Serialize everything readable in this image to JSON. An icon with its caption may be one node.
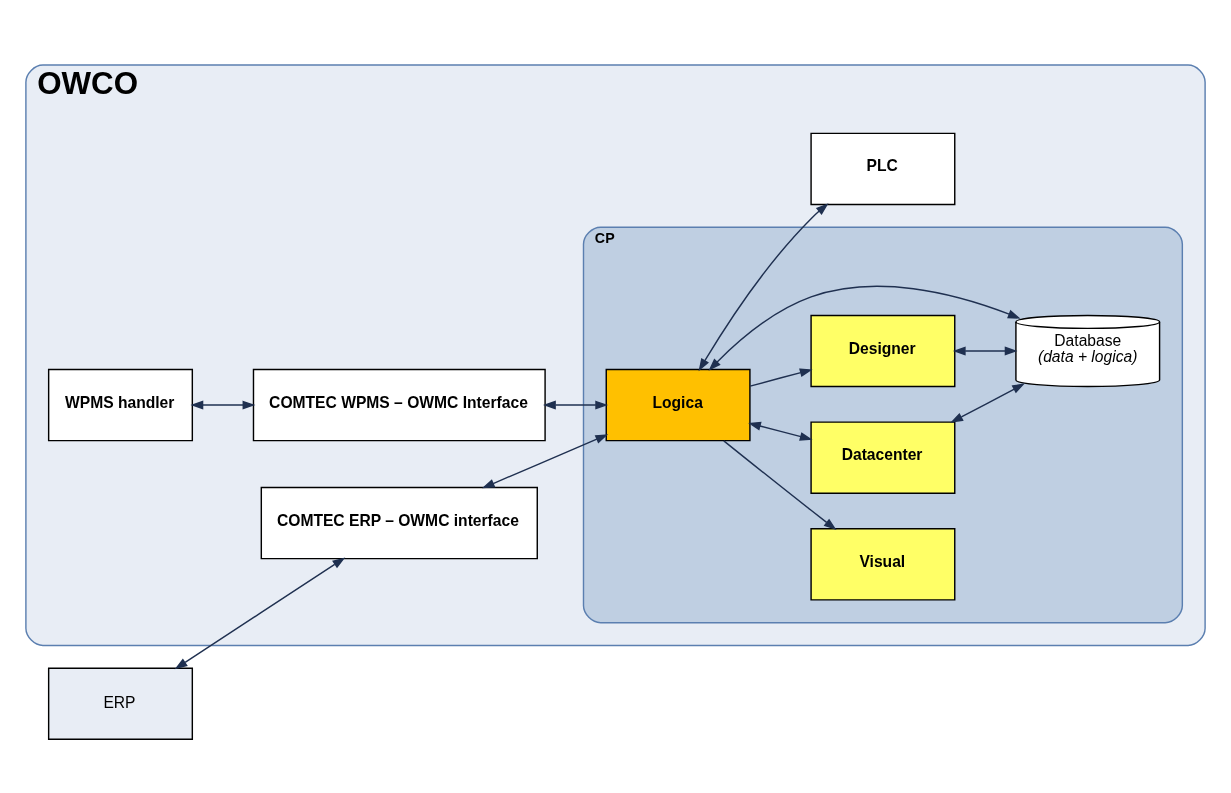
{
  "diagram": {
    "nodes": [
      {
        "text": [
          "OWCO"
        ]
      },
      {
        "text": [
          "WPMS handler"
        ],
        "in": 0
      },
      {
        "text": [
          "COMTEC WPMS – OWMC Interface"
        ],
        "in": 0
      },
      {
        "text": [
          "CP"
        ],
        "in": 0
      },
      {
        "text": [
          "Logica"
        ],
        "in": 3
      },
      {
        "text": [
          "Visual"
        ],
        "in": 3
      },
      {
        "text": [
          "Datacenter"
        ],
        "in": 3
      },
      {
        "text": [
          "Designer"
        ],
        "in": 3
      },
      {
        "text": [
          "Database",
          "(data + logica)"
        ],
        "in": 3
      },
      {
        "text": [
          "ERP"
        ]
      },
      {
        "text": [
          "COMTEC ERP – OWMC interface"
        ],
        "in": 0
      },
      {
        "text": [
          "PLC"
        ],
        "in": 0
      }
    ],
    "edges": [
      {
        "from": 1,
        "to": 2,
        "arrow": "both"
      },
      {
        "from": 2,
        "to": 4,
        "arrow": "both"
      },
      {
        "from": 9,
        "to": 10,
        "arrow": "both"
      },
      {
        "from": 10,
        "to": 4,
        "arrow": "both"
      },
      {
        "from": 4,
        "to": 11,
        "arrow": "both"
      },
      {
        "from": 4,
        "to": 5,
        "arrow": "to"
      },
      {
        "from": 4,
        "to": 6,
        "arrow": "both"
      },
      {
        "from": 4,
        "to": 7,
        "arrow": "to"
      },
      {
        "from": 8,
        "to": 4,
        "arrow": "both"
      },
      {
        "from": 6,
        "to": 8,
        "arrow": "both"
      },
      {
        "from": 7,
        "to": 8,
        "arrow": "both"
      }
    ]
  }
}
